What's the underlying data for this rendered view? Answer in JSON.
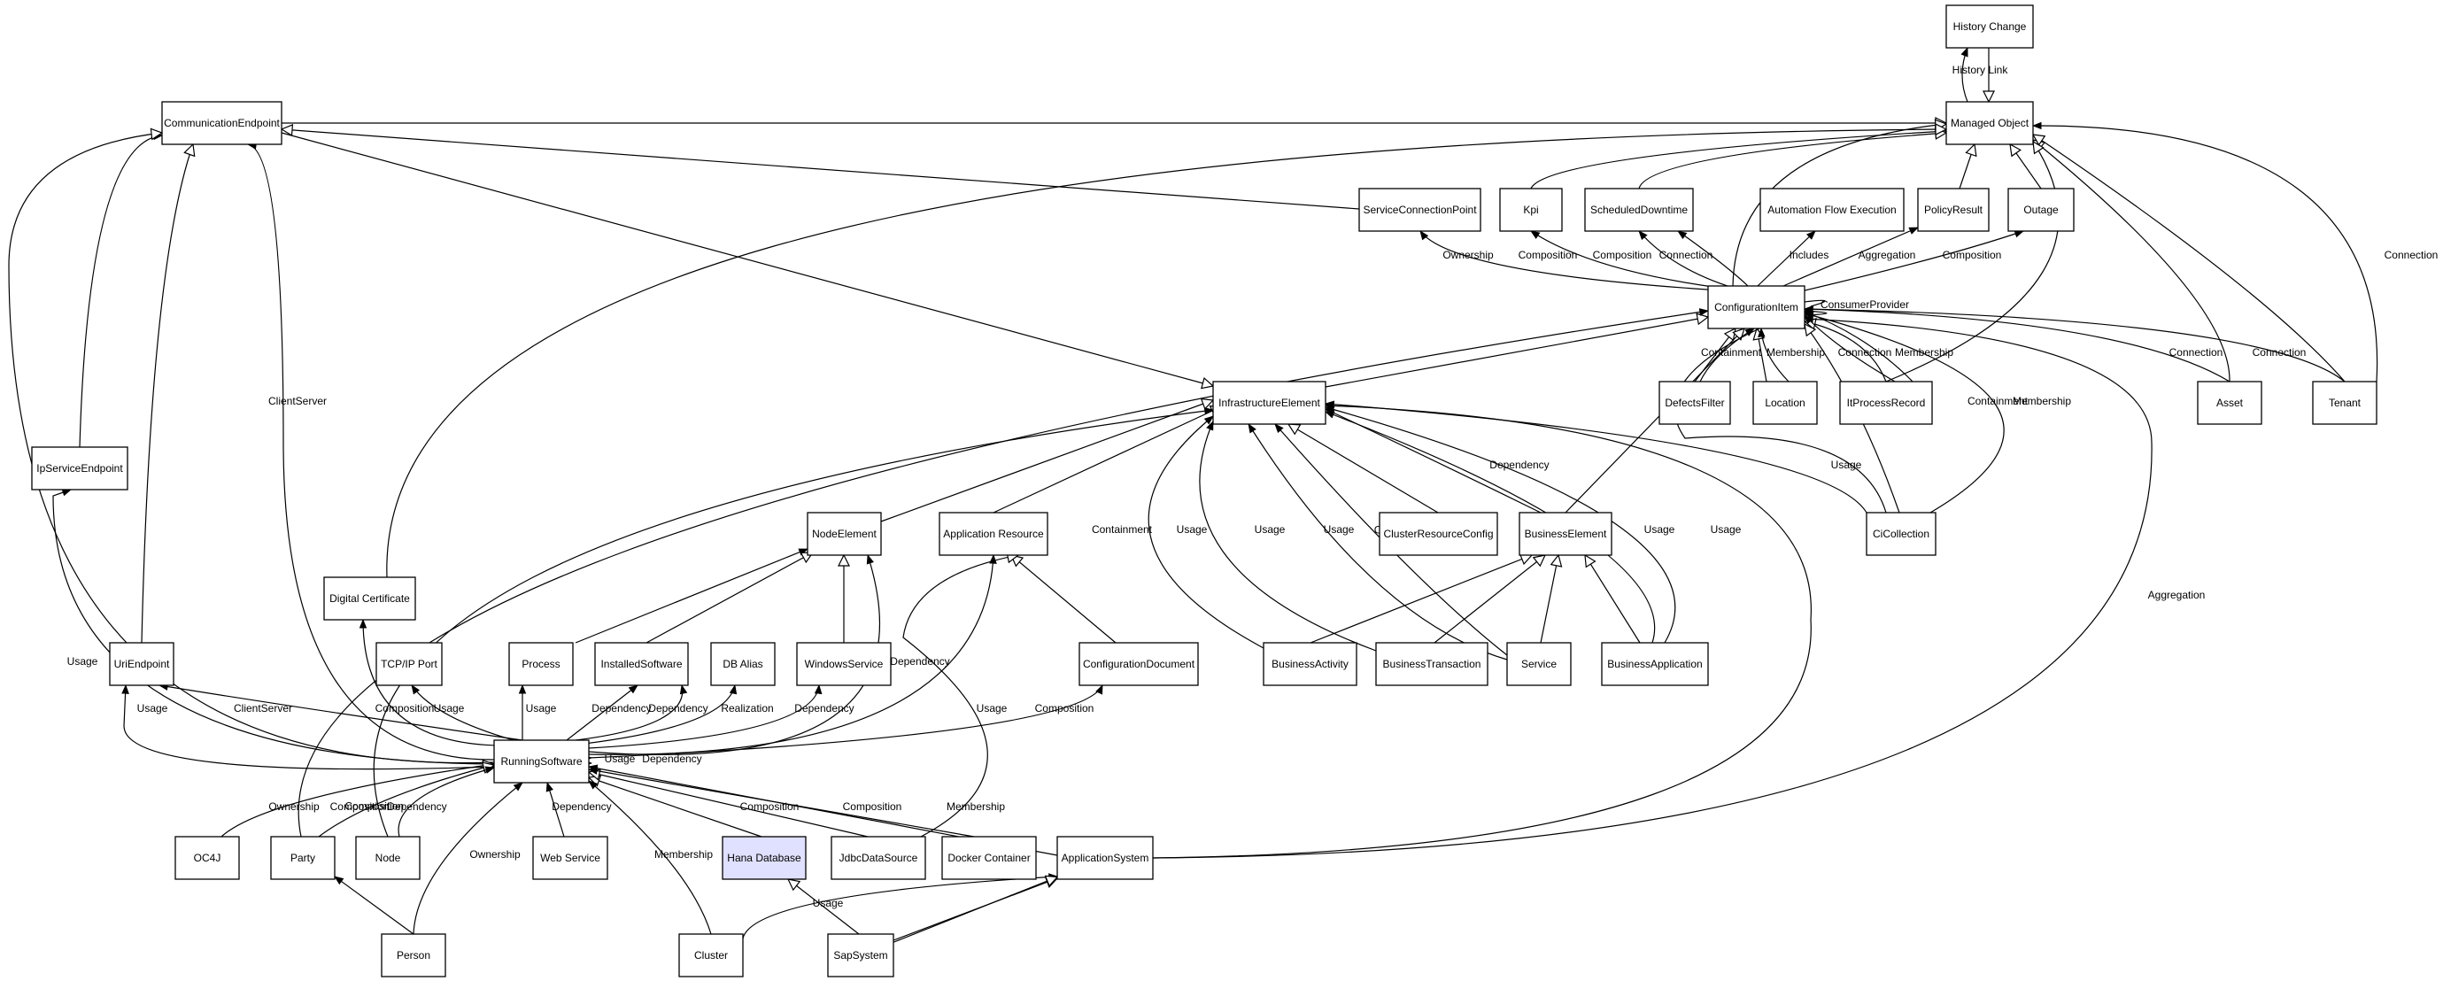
{
  "nodes": [
    {
      "id": "history-change",
      "label": "History Change"
    },
    {
      "id": "managed-object",
      "label": "Managed Object"
    },
    {
      "id": "communication-endpoint",
      "label": "CommunicationEndpoint"
    },
    {
      "id": "service-connection-point",
      "label": "ServiceConnectionPoint"
    },
    {
      "id": "kpi",
      "label": "Kpi"
    },
    {
      "id": "scheduled-downtime",
      "label": "ScheduledDowntime"
    },
    {
      "id": "automation-flow-execution",
      "label": "Automation Flow Execution"
    },
    {
      "id": "policy-result",
      "label": "PolicyResult"
    },
    {
      "id": "outage",
      "label": "Outage"
    },
    {
      "id": "configuration-item",
      "label": "ConfigurationItem"
    },
    {
      "id": "infrastructure-element",
      "label": "InfrastructureElement"
    },
    {
      "id": "defects-filter",
      "label": "DefectsFilter"
    },
    {
      "id": "location",
      "label": "Location"
    },
    {
      "id": "itprocess-record",
      "label": "ItProcessRecord"
    },
    {
      "id": "asset",
      "label": "Asset"
    },
    {
      "id": "tenant",
      "label": "Tenant"
    },
    {
      "id": "ip-service-endpoint",
      "label": "IpServiceEndpoint"
    },
    {
      "id": "node-element",
      "label": "NodeElement"
    },
    {
      "id": "application-resource",
      "label": "Application Resource"
    },
    {
      "id": "cluster-resource-config",
      "label": "ClusterResourceConfig"
    },
    {
      "id": "business-element",
      "label": "BusinessElement"
    },
    {
      "id": "ci-collection",
      "label": "CiCollection"
    },
    {
      "id": "digital-certificate",
      "label": "Digital Certificate"
    },
    {
      "id": "uri-endpoint",
      "label": "UriEndpoint"
    },
    {
      "id": "tcpip-port",
      "label": "TCP/IP Port"
    },
    {
      "id": "process",
      "label": "Process"
    },
    {
      "id": "installed-software",
      "label": "InstalledSoftware"
    },
    {
      "id": "db-alias",
      "label": "DB Alias"
    },
    {
      "id": "windows-service",
      "label": "WindowsService"
    },
    {
      "id": "configuration-document",
      "label": "ConfigurationDocument"
    },
    {
      "id": "business-activity",
      "label": "BusinessActivity"
    },
    {
      "id": "business-transaction",
      "label": "BusinessTransaction"
    },
    {
      "id": "service",
      "label": "Service"
    },
    {
      "id": "business-application",
      "label": "BusinessApplication"
    },
    {
      "id": "running-software",
      "label": "RunningSoftware"
    },
    {
      "id": "oc4j",
      "label": "OC4J"
    },
    {
      "id": "party",
      "label": "Party"
    },
    {
      "id": "node",
      "label": "Node"
    },
    {
      "id": "web-service",
      "label": "Web Service"
    },
    {
      "id": "hana-database",
      "label": "Hana Database"
    },
    {
      "id": "jdbc-data-source",
      "label": "JdbcDataSource"
    },
    {
      "id": "docker-container",
      "label": "Docker Container"
    },
    {
      "id": "application-system",
      "label": "ApplicationSystem"
    },
    {
      "id": "person",
      "label": "Person"
    },
    {
      "id": "cluster",
      "label": "Cluster"
    },
    {
      "id": "sap-system",
      "label": "SapSystem"
    }
  ],
  "edges": [
    {
      "from": "history-change",
      "to": "managed-object",
      "kind": "inherit"
    },
    {
      "from": "managed-object",
      "to": "history-change",
      "kind": "assoc",
      "label": "History Link"
    },
    {
      "from": "communication-endpoint",
      "to": "managed-object",
      "kind": "inherit"
    },
    {
      "from": "service-connection-point",
      "to": "communication-endpoint",
      "kind": "inherit"
    },
    {
      "from": "communication-endpoint",
      "to": "infrastructure-element",
      "kind": "inherit"
    },
    {
      "from": "kpi",
      "to": "managed-object",
      "kind": "inherit"
    },
    {
      "from": "scheduled-downtime",
      "to": "managed-object",
      "kind": "inherit"
    },
    {
      "from": "policy-result",
      "to": "managed-object",
      "kind": "inherit"
    },
    {
      "from": "outage",
      "to": "managed-object",
      "kind": "inherit"
    },
    {
      "from": "configuration-item",
      "to": "managed-object",
      "kind": "inherit"
    },
    {
      "from": "asset",
      "to": "managed-object",
      "kind": "inherit"
    },
    {
      "from": "tenant",
      "to": "managed-object",
      "kind": "inherit"
    },
    {
      "from": "itprocess-record",
      "to": "managed-object",
      "kind": "inherit"
    },
    {
      "from": "digital-certificate",
      "to": "managed-object",
      "kind": "inherit"
    },
    {
      "from": "configuration-item",
      "to": "service-connection-point",
      "kind": "assoc",
      "label": "Ownership"
    },
    {
      "from": "configuration-item",
      "to": "kpi",
      "kind": "assoc",
      "label": "Composition"
    },
    {
      "from": "configuration-item",
      "to": "scheduled-downtime",
      "kind": "assoc",
      "label": "Composition"
    },
    {
      "from": "configuration-item",
      "to": "scheduled-downtime",
      "kind": "assoc",
      "label": "Connection"
    },
    {
      "from": "configuration-item",
      "to": "automation-flow-execution",
      "kind": "assoc",
      "label": "Includes"
    },
    {
      "from": "configuration-item",
      "to": "policy-result",
      "kind": "assoc",
      "label": "Aggregation"
    },
    {
      "from": "configuration-item",
      "to": "outage",
      "kind": "assoc",
      "label": "Composition"
    },
    {
      "from": "configuration-item",
      "to": "configuration-item",
      "kind": "assoc",
      "label": "ConsumerProvider"
    },
    {
      "from": "defects-filter",
      "to": "configuration-item",
      "kind": "inherit"
    },
    {
      "from": "location",
      "to": "configuration-item",
      "kind": "inherit"
    },
    {
      "from": "itprocess-record",
      "to": "configuration-item",
      "kind": "inherit"
    },
    {
      "from": "ci-collection",
      "to": "configuration-item",
      "kind": "inherit"
    },
    {
      "from": "business-element",
      "to": "configuration-item",
      "kind": "inherit"
    },
    {
      "from": "infrastructure-element",
      "to": "configuration-item",
      "kind": "inherit"
    },
    {
      "from": "location",
      "to": "configuration-item",
      "kind": "assoc",
      "label": "Containment"
    },
    {
      "from": "location",
      "to": "configuration-item",
      "kind": "assoc",
      "label": "Membership"
    },
    {
      "from": "itprocess-record",
      "to": "configuration-item",
      "kind": "assoc",
      "label": "Connection"
    },
    {
      "from": "itprocess-record",
      "to": "configuration-item",
      "kind": "assoc",
      "label": "Membership"
    },
    {
      "from": "asset",
      "to": "configuration-item",
      "kind": "assoc",
      "label": "Connection"
    },
    {
      "from": "tenant",
      "to": "configuration-item",
      "kind": "assoc",
      "label": "Connection"
    },
    {
      "from": "tenant",
      "to": "managed-object",
      "kind": "assoc",
      "label": "Connection"
    },
    {
      "from": "ci-collection",
      "to": "configuration-item",
      "kind": "assoc",
      "label": "Containment"
    },
    {
      "from": "ci-collection",
      "to": "configuration-item",
      "kind": "assoc",
      "label": "Membership"
    },
    {
      "from": "ci-collection",
      "to": "infrastructure-element",
      "kind": "assoc",
      "label": "Usage"
    },
    {
      "from": "application-system",
      "to": "configuration-item",
      "kind": "assoc",
      "label": "Aggregation"
    },
    {
      "from": "node-element",
      "to": "infrastructure-element",
      "kind": "inherit"
    },
    {
      "from": "application-resource",
      "to": "infrastructure-element",
      "kind": "inherit"
    },
    {
      "from": "running-software",
      "to": "infrastructure-element",
      "kind": "inherit"
    },
    {
      "from": "cluster-resource-config",
      "to": "infrastructure-element",
      "kind": "assoc",
      "label": "Dependency"
    },
    {
      "from": "business-element",
      "to": "infrastructure-element",
      "kind": "assoc",
      "label": "Usage"
    },
    {
      "from": "business-application",
      "to": "infrastructure-element",
      "kind": "assoc",
      "label": "Usage"
    },
    {
      "from": "business-application",
      "to": "infrastructure-element",
      "kind": "assoc",
      "label": "Containment"
    },
    {
      "from": "business-activity",
      "to": "infrastructure-element",
      "kind": "assoc",
      "label": "Usage"
    },
    {
      "from": "business-transaction",
      "to": "infrastructure-element",
      "kind": "assoc",
      "label": "Usage"
    },
    {
      "from": "service",
      "to": "infrastructure-element",
      "kind": "assoc",
      "label": "Usage"
    },
    {
      "from": "service",
      "to": "infrastructure-element",
      "kind": "assoc",
      "label": "Containment"
    },
    {
      "from": "application-system",
      "to": "infrastructure-element",
      "kind": "assoc",
      "label": ""
    },
    {
      "from": "party",
      "to": "configuration-item",
      "kind": "assoc",
      "label": ""
    },
    {
      "from": "node",
      "to": "infrastructure-element",
      "kind": "assoc",
      "label": ""
    },
    {
      "from": "ip-service-endpoint",
      "to": "communication-endpoint",
      "kind": "inherit"
    },
    {
      "from": "uri-endpoint",
      "to": "communication-endpoint",
      "kind": "inherit"
    },
    {
      "from": "running-software",
      "to": "communication-endpoint",
      "kind": "assoc",
      "label": "ClientServer"
    },
    {
      "from": "running-software",
      "to": "communication-endpoint",
      "kind": "assoc",
      "label": "Usage"
    },
    {
      "from": "running-software",
      "to": "ip-service-endpoint",
      "kind": "assoc",
      "label": "Usage"
    },
    {
      "from": "running-software",
      "to": "uri-endpoint",
      "kind": "assoc",
      "label": "ClientServer"
    },
    {
      "from": "running-software",
      "to": "uri-endpoint",
      "kind": "assoc",
      "label": "Composition"
    },
    {
      "from": "running-software",
      "to": "digital-certificate",
      "kind": "assoc",
      "label": "Usage"
    },
    {
      "from": "running-software",
      "to": "tcpip-port",
      "kind": "assoc",
      "label": "Usage"
    },
    {
      "from": "running-software",
      "to": "process",
      "kind": "assoc",
      "label": "Dependency"
    },
    {
      "from": "running-software",
      "to": "installed-software",
      "kind": "assoc",
      "label": "Dependency"
    },
    {
      "from": "running-software",
      "to": "installed-software",
      "kind": "assoc",
      "label": "Realization"
    },
    {
      "from": "running-software",
      "to": "db-alias",
      "kind": "assoc",
      "label": "Dependency"
    },
    {
      "from": "running-software",
      "to": "windows-service",
      "kind": "assoc",
      "label": "Dependency"
    },
    {
      "from": "running-software",
      "to": "node-element",
      "kind": "assoc",
      "label": "Usage"
    },
    {
      "from": "running-software",
      "to": "application-resource",
      "kind": "assoc",
      "label": "Composition"
    },
    {
      "from": "running-software",
      "to": "configuration-document",
      "kind": "assoc",
      "label": "Usage"
    },
    {
      "from": "running-software",
      "to": "running-software",
      "kind": "assoc",
      "label": "Dependency"
    },
    {
      "from": "running-software",
      "to": "running-software",
      "kind": "assoc",
      "label": "Membership"
    },
    {
      "from": "process",
      "to": "node-element",
      "kind": "inherit"
    },
    {
      "from": "installed-software",
      "to": "node-element",
      "kind": "inherit"
    },
    {
      "from": "windows-service",
      "to": "node-element",
      "kind": "inherit"
    },
    {
      "from": "configuration-document",
      "to": "application-resource",
      "kind": "inherit"
    },
    {
      "from": "jdbc-data-source",
      "to": "application-resource",
      "kind": "inherit"
    },
    {
      "from": "business-activity",
      "to": "business-element",
      "kind": "inherit"
    },
    {
      "from": "business-transaction",
      "to": "business-element",
      "kind": "inherit"
    },
    {
      "from": "service",
      "to": "business-element",
      "kind": "inherit"
    },
    {
      "from": "business-application",
      "to": "business-element",
      "kind": "inherit"
    },
    {
      "from": "oc4j",
      "to": "running-software",
      "kind": "inherit",
      "label": "Composition"
    },
    {
      "from": "party",
      "to": "running-software",
      "kind": "assoc",
      "label": "Ownership"
    },
    {
      "from": "node",
      "to": "running-software",
      "kind": "assoc",
      "label": "Composition"
    },
    {
      "from": "web-service",
      "to": "running-software",
      "kind": "inherit",
      "label": "Dependency"
    },
    {
      "from": "hana-database",
      "to": "running-software",
      "kind": "inherit",
      "label": "Dependency"
    },
    {
      "from": "jdbc-data-source",
      "to": "running-software",
      "kind": "assoc",
      "label": "Composition"
    },
    {
      "from": "docker-container",
      "to": "running-software",
      "kind": "assoc",
      "label": "Composition"
    },
    {
      "from": "application-system",
      "to": "running-software",
      "kind": "assoc",
      "label": "Membership"
    },
    {
      "from": "cluster",
      "to": "running-software",
      "kind": "assoc",
      "label": "Membership"
    },
    {
      "from": "person",
      "to": "running-software",
      "kind": "assoc",
      "label": "Ownership"
    },
    {
      "from": "person",
      "to": "party",
      "kind": "inherit"
    },
    {
      "from": "sap-system",
      "to": "hana-database",
      "kind": "assoc",
      "label": "Usage"
    },
    {
      "from": "cluster",
      "to": "application-system",
      "kind": "inherit"
    },
    {
      "from": "sap-system",
      "to": "application-system",
      "kind": "inherit"
    }
  ],
  "colors": {
    "node_fill": "#ffffff",
    "highlight_fill": "#e0e0ff",
    "stroke": "#000000"
  }
}
